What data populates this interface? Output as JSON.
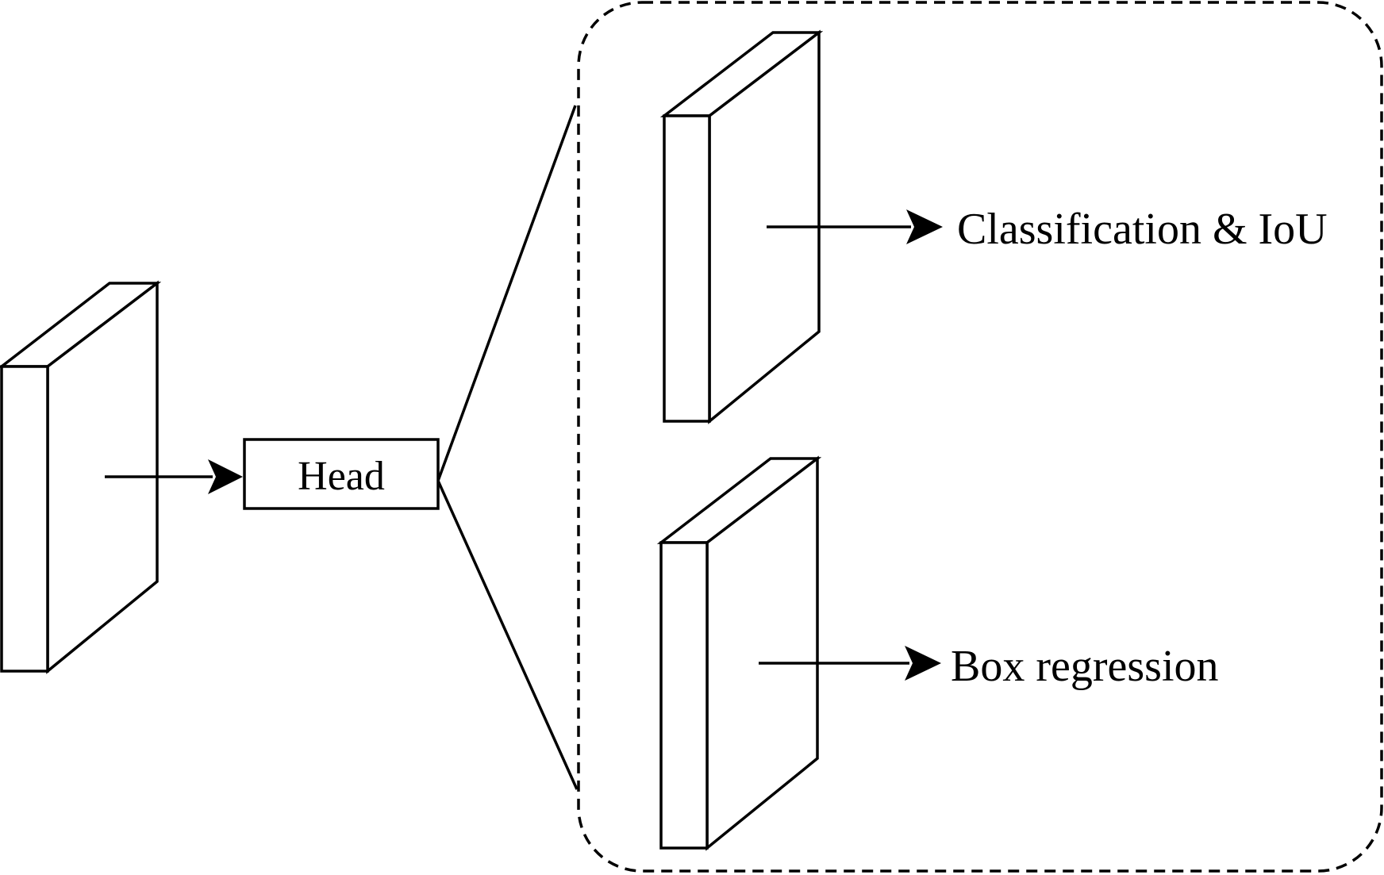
{
  "nodes": {
    "head_label": "Head",
    "classification_label": "Classification & IoU",
    "box_regression_label": "Box regression"
  },
  "colors": {
    "stroke": "#000000",
    "background": "#ffffff"
  }
}
